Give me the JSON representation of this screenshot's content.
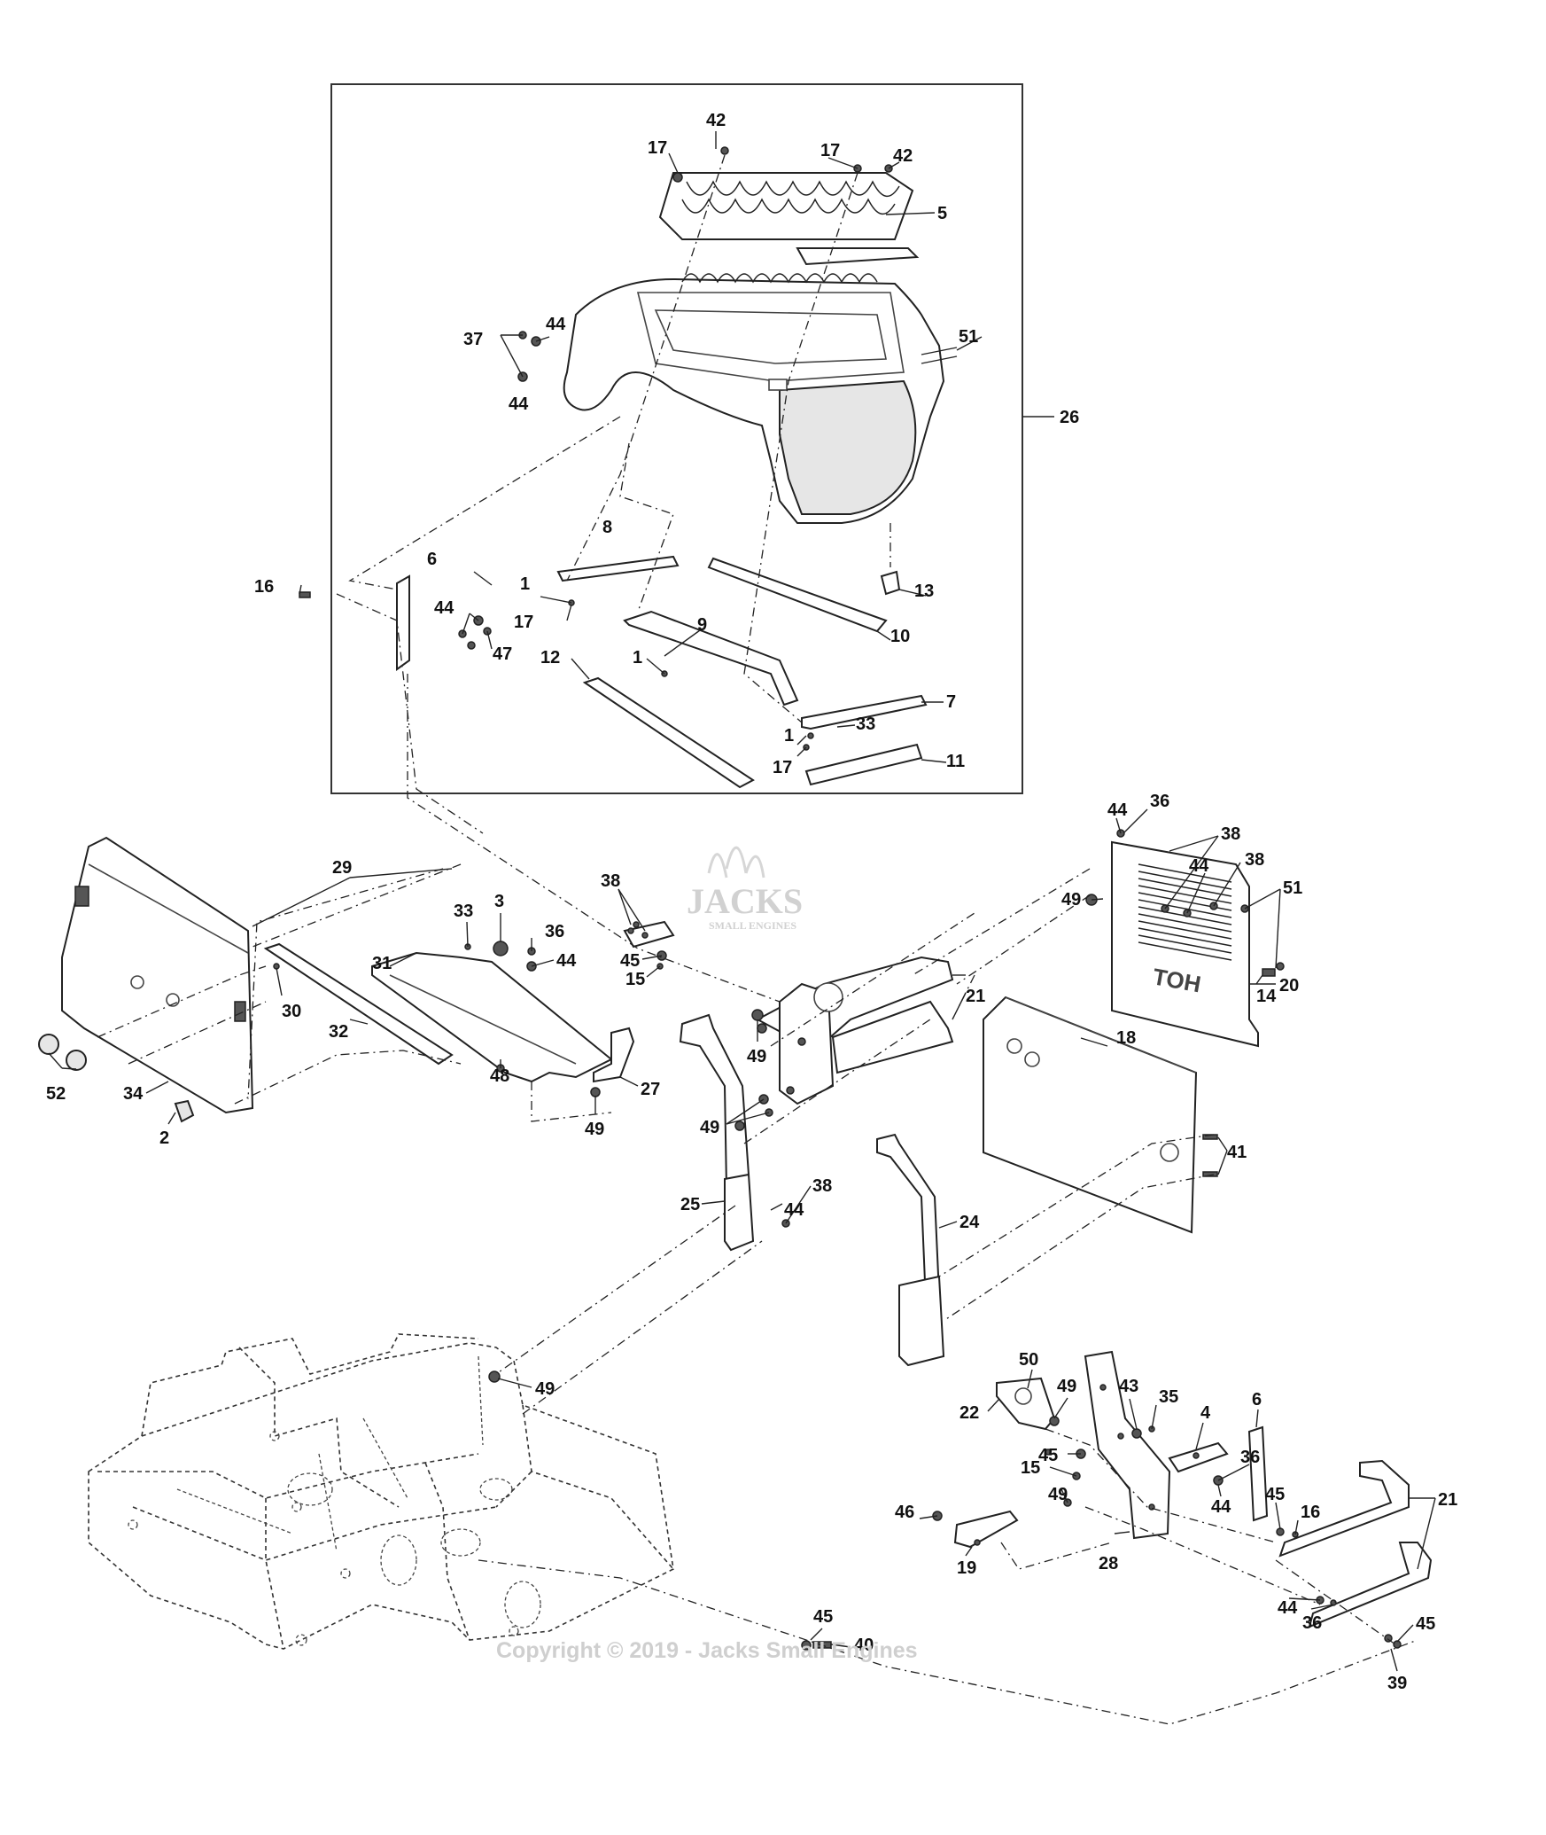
{
  "diagram": {
    "assembly_callout": "26",
    "part_labels": {
      "p42a": "42",
      "p17a": "17",
      "p17b": "17",
      "p42b": "42",
      "p5": "5",
      "p37": "37",
      "p44a": "44",
      "p44b": "44",
      "p51a": "51",
      "p26": "26",
      "p8": "8",
      "p6a": "6",
      "p16a": "16",
      "p44c": "44",
      "p47": "47",
      "p1a": "1",
      "p17c": "17",
      "p13": "13",
      "p9": "9",
      "p10": "10",
      "p1b": "1",
      "p12": "12",
      "p7": "7",
      "p33a": "33",
      "p1c": "1",
      "p17d": "17",
      "p11": "11",
      "p36a": "36",
      "p44d": "44",
      "p38a": "38",
      "p49a": "49",
      "p44e": "44",
      "p38b": "38",
      "p51b": "51",
      "p14": "14",
      "p20": "20",
      "p18": "18",
      "p41": "41",
      "p29": "29",
      "p33b": "33",
      "p3": "3",
      "p36b": "36",
      "p44f": "44",
      "p31": "31",
      "p30": "30",
      "p32": "32",
      "p48": "48",
      "p52": "52",
      "p34": "34",
      "p2": "2",
      "p27": "27",
      "p49b": "49",
      "p38c": "38",
      "p45a": "45",
      "p15a": "15",
      "p21a": "21",
      "p49c": "49",
      "p49d": "49",
      "p38d": "38",
      "p44g": "44",
      "p25": "25",
      "p24": "24",
      "p49e": "49",
      "p50": "50",
      "p49f": "49",
      "p43": "43",
      "p35": "35",
      "p22": "22",
      "p45b": "45",
      "p15b": "15",
      "p4": "4",
      "p6b": "6",
      "p36c": "36",
      "p49g": "49",
      "p44h": "44",
      "p45c": "45",
      "p16b": "16",
      "p21b": "21",
      "p46": "46",
      "p19": "19",
      "p28": "28",
      "p44i": "44",
      "p36d": "36",
      "p45d": "45",
      "p39": "39",
      "p45e": "45",
      "p40": "40"
    },
    "panel_lettering": "TOH"
  },
  "watermark": {
    "logo_text": "JACKS",
    "logo_subtext": "SMALL ENGINES",
    "copyright": "Copyright © 2019 - Jacks Small Engines"
  }
}
